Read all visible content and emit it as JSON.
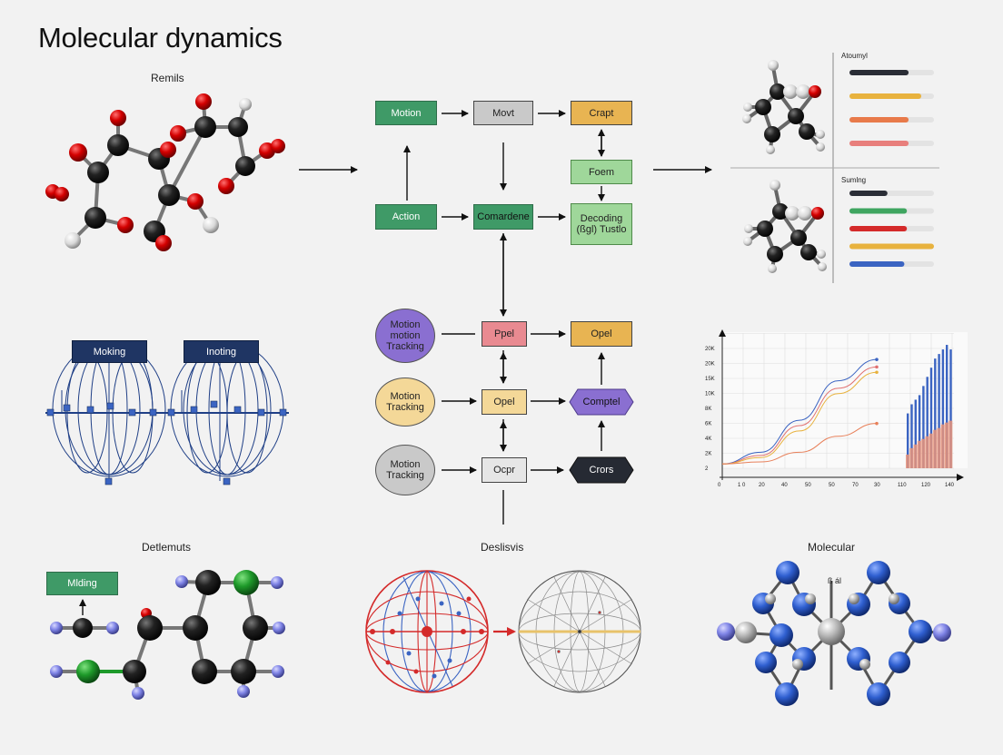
{
  "title": "Molecular dynamics",
  "captions": {
    "top_left": "Remils",
    "bottom_left": "Detlemuts",
    "bottom_center": "Deslisvis",
    "bottom_right": "Molecular",
    "legend_top": "Atoumyl",
    "legend_bottom": "Sumlng",
    "mol_label": "ß ál"
  },
  "flow": {
    "motion": "Motion",
    "movt": "Movt",
    "crapt": "Crapt",
    "foem": "Foem",
    "action": "Action",
    "comardene": "Comardene",
    "decoding": "Decoding (ßgl) Tustlo",
    "circle1": "Motion motion Tracking",
    "circle2": "Motion Tracking",
    "circle3": "Motion Tracking",
    "ppel": "Ppel",
    "opel_top": "Opel",
    "opel_mid": "Opel",
    "comptel": "Comptel",
    "ocpr": "Ocpr",
    "crors": "Crors"
  },
  "tracking": {
    "left_label": "Moking",
    "right_label": "Inoting"
  },
  "molecule_label": "Mlding",
  "colors": {
    "green": "#3f9a67",
    "purple": "#8a6fd1",
    "navy": "#1f3563",
    "orange": "#e8b452",
    "red": "#d42a2a",
    "blue": "#3b64c2"
  },
  "bars_top": [
    {
      "color": "#2a2d36",
      "fraction": 0.7
    },
    {
      "color": "#e8b23e",
      "fraction": 0.85
    },
    {
      "color": "#e87a4a",
      "fraction": 0.7
    },
    {
      "color": "#e87f7c",
      "fraction": 0.7
    }
  ],
  "bars_bottom": [
    {
      "color": "#2a2d36",
      "fraction": 0.45
    },
    {
      "color": "#3fa560",
      "fraction": 0.68
    },
    {
      "color": "#d42a2a",
      "fraction": 0.68
    },
    {
      "color": "#e8b23e",
      "fraction": 1.0
    },
    {
      "color": "#3b64c2",
      "fraction": 0.65
    }
  ],
  "chart_data": {
    "type": "line",
    "title": "",
    "y_ticks": [
      "2",
      "2K",
      "4K",
      "6K",
      "8K",
      "10K",
      "15K",
      "20K",
      "20K"
    ],
    "x_ticks": [
      "0",
      "1 0",
      "20",
      "40",
      "50",
      "50",
      "70",
      "30",
      "110",
      "120",
      "140"
    ],
    "series": [
      {
        "color": "#3b64c2",
        "x": [
          0,
          20,
          40,
          60,
          80
        ],
        "y": [
          0.4,
          1.5,
          4.5,
          8.2,
          10.2
        ]
      },
      {
        "color": "#e07070",
        "x": [
          0,
          20,
          40,
          60,
          80
        ],
        "y": [
          0.4,
          1.2,
          4.0,
          7.5,
          9.5
        ]
      },
      {
        "color": "#e8b23e",
        "x": [
          0,
          20,
          40,
          60,
          80
        ],
        "y": [
          0.4,
          1.0,
          3.5,
          7.0,
          9.0
        ]
      },
      {
        "color": "#e8805a",
        "x": [
          0,
          20,
          40,
          60,
          80
        ],
        "y": [
          0.4,
          0.6,
          1.5,
          3.0,
          4.2
        ]
      }
    ],
    "bars_blue": [
      6,
      7,
      7.5,
      8,
      9,
      10,
      11,
      12,
      12.5,
      13,
      13.5,
      13
    ],
    "bars_orange": [
      1.5,
      2.2,
      2.6,
      3.0,
      3.2,
      3.5,
      3.8,
      4.2,
      4.4,
      4.8,
      5.0,
      5.2
    ]
  }
}
